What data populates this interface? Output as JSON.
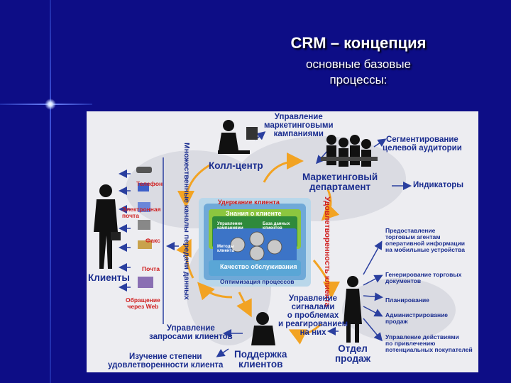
{
  "slide": {
    "title": "CRM – концепция",
    "subtitle_line1": "основные базовые",
    "subtitle_line2": "процессы:"
  },
  "diagram": {
    "marketing_campaigns": [
      "Управление",
      "маркетинговыми",
      "кампаниями"
    ],
    "segmentation": [
      "Сегментирование",
      "целевой аудитории"
    ],
    "call_center": "Колл-центр",
    "marketing_dept": [
      "Маркетинговый",
      "департамент"
    ],
    "indicators": "Индикаторы",
    "channels_vertical": "Множественные каналы передачи данных",
    "satisfaction_vertical": "Удовлетворенность клиента",
    "channels": {
      "phone": "Телефон",
      "email": [
        "Электронная",
        "почта"
      ],
      "fax": "Факс",
      "mail": "Почта",
      "web": [
        "Обращение",
        "через Web"
      ]
    },
    "clients": "Клиенты",
    "center": {
      "retention": "Удержание клиента",
      "knowledge": "Знания о клиенте",
      "mgmt": [
        "Управление",
        "кампаниями"
      ],
      "db": [
        "База данных",
        "клиентов"
      ],
      "methods": [
        "Методы",
        "клиента"
      ],
      "service_quality": "Качество обслуживания",
      "process_opt": "Оптимизация процессов"
    },
    "right_list": [
      [
        "Предоставление",
        "торговым агентам",
        "оперативной информации",
        "на мобильные устройства"
      ],
      [
        "Генерирование торговых",
        "документов"
      ],
      [
        "Планирование"
      ],
      [
        "Администрирование",
        "продаж"
      ],
      [
        "Управление действиями",
        "по привлечению",
        "потенциальных покупателей"
      ]
    ],
    "signals": [
      "Управление",
      "сигналами",
      "о проблемах",
      "и реагированием",
      "на них"
    ],
    "requests": [
      "Управление",
      "запросами клиентов"
    ],
    "satisfaction_study": [
      "Изучение степени",
      "удовлетворенности клиента"
    ],
    "support": [
      "Поддержка",
      "клиентов"
    ],
    "sales_dept": [
      "Отдел",
      "продаж"
    ]
  }
}
